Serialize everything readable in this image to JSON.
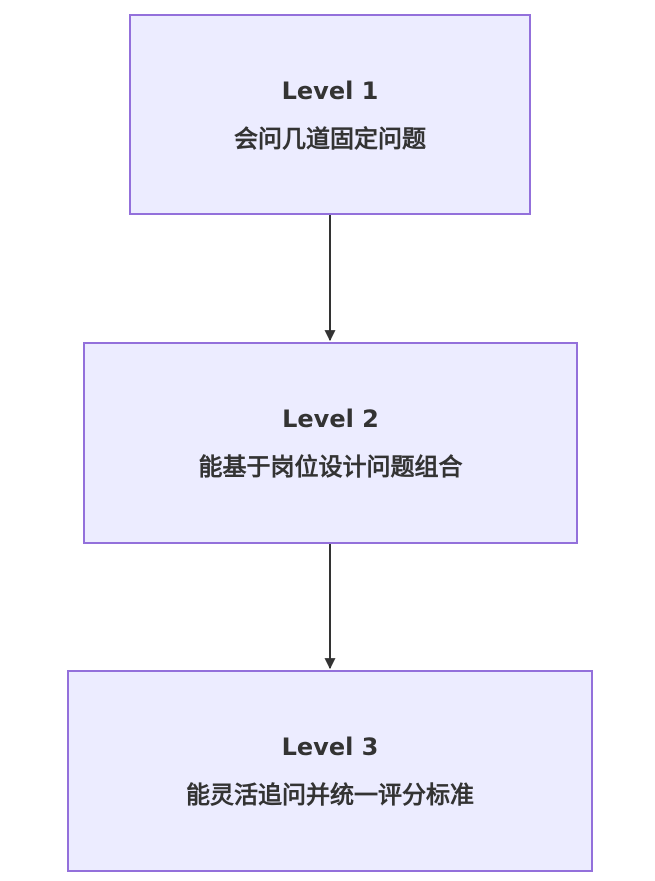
{
  "diagram": {
    "type": "flowchart",
    "direction": "top-down",
    "colors": {
      "node_fill": "#ECECFF",
      "node_border": "#9370DB",
      "text": "#333333",
      "edge": "#333333"
    },
    "nodes": [
      {
        "id": "L1",
        "title": "Level 1",
        "label": "会问几道固定问题"
      },
      {
        "id": "L2",
        "title": "Level 2",
        "label": "能基于岗位设计问题组合"
      },
      {
        "id": "L3",
        "title": "Level 3",
        "label": "能灵活追问并统一评分标准"
      }
    ],
    "edges": [
      {
        "from": "L1",
        "to": "L2"
      },
      {
        "from": "L2",
        "to": "L3"
      }
    ]
  }
}
